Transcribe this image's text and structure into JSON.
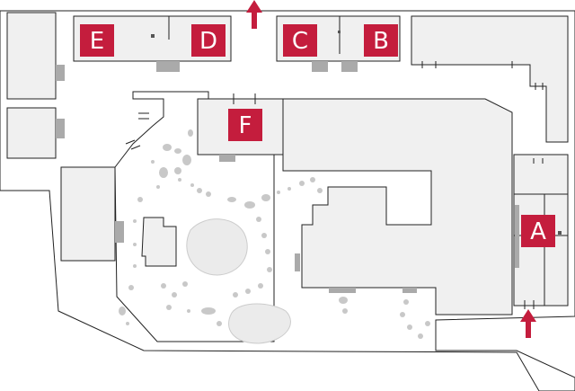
{
  "labels": {
    "a": "A",
    "b": "B",
    "c": "C",
    "d": "D",
    "e": "E",
    "f": "F"
  },
  "colors": {
    "accent": "#c41d3d",
    "building_fill": "#f0f0f0",
    "outline": "#222222",
    "paths": "#c8c8c8"
  },
  "icons": {
    "north_entrance": "arrow-up-icon",
    "east_entrance": "arrow-up-icon"
  }
}
